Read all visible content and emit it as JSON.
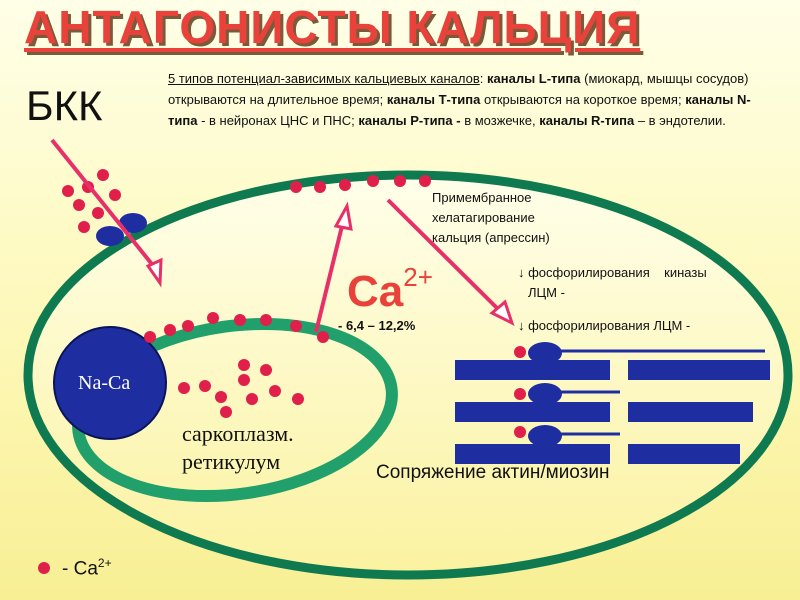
{
  "title": "АНТАГОНИСТЫ КАЛЬЦИЯ",
  "bkk_label": "БКК",
  "info": {
    "intro": "5 типов потенциал-зависимых кальциевых каналов",
    "sep1": ": ",
    "l_type": "каналы L-типа",
    "l_desc": " (миокард, мышцы сосудов) открываются на длительное время; ",
    "t_type": "каналы Т-типа",
    "t_desc": " открываются на короткое время; ",
    "n_type": "каналы N-типа",
    "n_desc": " - в нейронах ЦНС и ПНС; ",
    "p_type": "каналы P-типа -",
    "p_desc": " в мозжечке, ",
    "r_type": "каналы R-типа",
    "r_desc": " – в эндотелии."
  },
  "chelation": {
    "line1": "Примембранное",
    "line2": "хелатагирование",
    "line3": "кальция (апрессин)"
  },
  "phosphorylation": {
    "line1": "↓ фосфорилирования    киназы",
    "line2": "ЛЦМ -",
    "line3": "↓ фосфорилирования ЛЦМ -"
  },
  "ca_label": {
    "base": "Ca",
    "sup": "2+"
  },
  "range_label": "- 6,4 – 12,2%",
  "naca_label": "Na-Ca",
  "sr_label": {
    "line1": "саркоплазм.",
    "line2": "ретикулум"
  },
  "actin_label": "Сопряжение актин/миозин",
  "legend": {
    "text": "- Ca",
    "sup": "2+"
  },
  "colors": {
    "title": "#e8423a",
    "cell_border": "#0f7a50",
    "sr_border": "#22a06b",
    "calcium_dot": "#e0204a",
    "arrow": "#e83068",
    "channel": "#1e2ea0",
    "naca_fill": "#1e2ea0"
  }
}
